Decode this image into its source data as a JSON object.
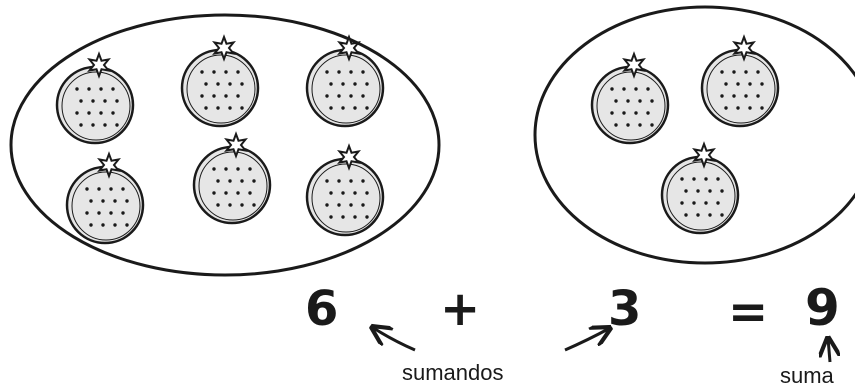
{
  "equation": {
    "addend_a": "6",
    "plus": "+",
    "addend_b": "3",
    "equals": "=",
    "sum": "9"
  },
  "labels": {
    "addends": "sumandos",
    "sum": "suma"
  },
  "sets": {
    "left_count": 6,
    "right_count": 3
  },
  "colors": {
    "ink": "#1a1a1a",
    "fruit_fill": "#e6e6e6",
    "background": "#ffffff"
  },
  "icons": {
    "fruit": "fruit-icon",
    "arrow": "arrow-icon"
  }
}
